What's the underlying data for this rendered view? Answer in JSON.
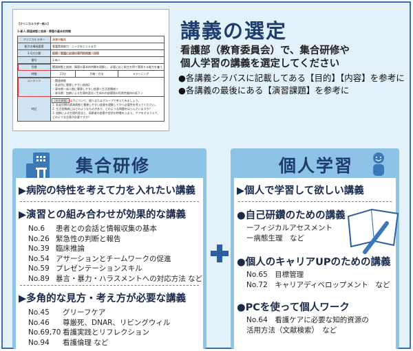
{
  "thumbnail": {
    "title": "【クリニカルラダー新人】",
    "subtitle": "1-新人.関連病態と疾病・障害の基本的特徴",
    "rows": [
      {
        "label": "クリニカルラダー",
        "value": "ラダー新人"
      },
      {
        "label": "能力の構成要素",
        "value": "看護実践能力：ニーズをとらえる力"
      },
      {
        "label": "3-Q大分類",
        "value": "医療・看護に必須の専門的知識・技術"
      },
      {
        "label": "番号",
        "value": "1-新人"
      },
      {
        "label": "目標",
        "value": "関連病態と疾病・障害の基本的特徴を理解し、必要に応じ助言を得て実践する能力を養う"
      },
      {
        "label": "時間",
        "value": "23分",
        "extra_label": "方略・方法",
        "extra_value": "eラーニング"
      },
      {
        "label": "コンテンツ",
        "lines": [
          "・関連病態",
          "・乳幼児に罹患しやすい疾病2",
          "・青年期〜成人期に罹患しやすい疾患＜生活習慣病＞",
          "・老年期：加齢による生理的変化＜生体の内部環境の恒常性維持の低下＞"
        ]
      },
      {
        "label": "特記",
        "tag": "【演習課題】",
        "lines": [
          "以下について、個人またはグループで考えてみましょう。",
          "1. 乳幼児期の疾病病態と罹患しやすい疾患を理解してから必要性を考えてください。",
          "2. 生活習慣病にはどのようなものがあり、どのような問題をはらんでいますか？",
          "3. 加齢による生理的変化と、高齢者の疾患や症状の特徴をふまえ、ケアをするうえで、どのような注意が必要ですか？"
        ]
      }
    ]
  },
  "header": {
    "title": "講義の選定",
    "subtitle_lines": [
      "看護部（教育委員会）で、集合研修や",
      "個人学習の講義を選定してください"
    ],
    "bullets": [
      "●各講義シラバスに記載してある【目的】【内容】を参考に",
      "●各講義の最後にある【演習課題】を参考に"
    ]
  },
  "group": {
    "title": "集合研修",
    "sections": [
      {
        "heading": "▶病院の特性を考えて力を入れたい講義",
        "items": []
      },
      {
        "heading": "▶演習との組み合わせが効果的な講義",
        "items": [
          {
            "no": "No.6",
            "text": "患者との会話と情報収集の基本"
          },
          {
            "no": "No.26",
            "text": "緊急性の判断と報告"
          },
          {
            "no": "No.39",
            "text": "臨床推論"
          },
          {
            "no": "No.54",
            "text": "アサーションとチームワークの促進"
          },
          {
            "no": "No.59",
            "text": "プレゼンテーションスキル"
          },
          {
            "no": "No.89",
            "text": "暴言・暴力・ハラスメントへの対応方法 など"
          }
        ]
      },
      {
        "heading": "▶多角的な見方・考え方が必要な講義",
        "items": [
          {
            "no": "No.45",
            "text": "グリーフケア"
          },
          {
            "no": "No.46",
            "text": "尊厳死、DNAR、リビングウィル"
          },
          {
            "no": "No.69,70",
            "text": "看護実践とリフレクション"
          },
          {
            "no": "No.94",
            "text": "看護倫理 など"
          }
        ]
      }
    ]
  },
  "individual": {
    "title": "個人学習",
    "heading": "▶個人で学習して欲しい講義",
    "sections": [
      {
        "heading": "●自己研鑽のための講義",
        "lines": [
          "ーフィジカルアセスメント",
          "ー病態生理　など"
        ]
      },
      {
        "heading": "●個人のキャリアUPのための講義",
        "lines": [
          "No.65　目標管理",
          "No.72　キャリアディベロップメント　など"
        ]
      },
      {
        "heading": "●PCを使って個人ワーク",
        "lines": [
          "No.64　看護ケアに必要な知的資源の",
          "活用方法（文献検索）　など"
        ]
      }
    ]
  },
  "colors": {
    "navy": "#1f3c6e",
    "panel": "#8cc3e6",
    "background": "#e2f1fa",
    "border": "#3a6fb5"
  }
}
